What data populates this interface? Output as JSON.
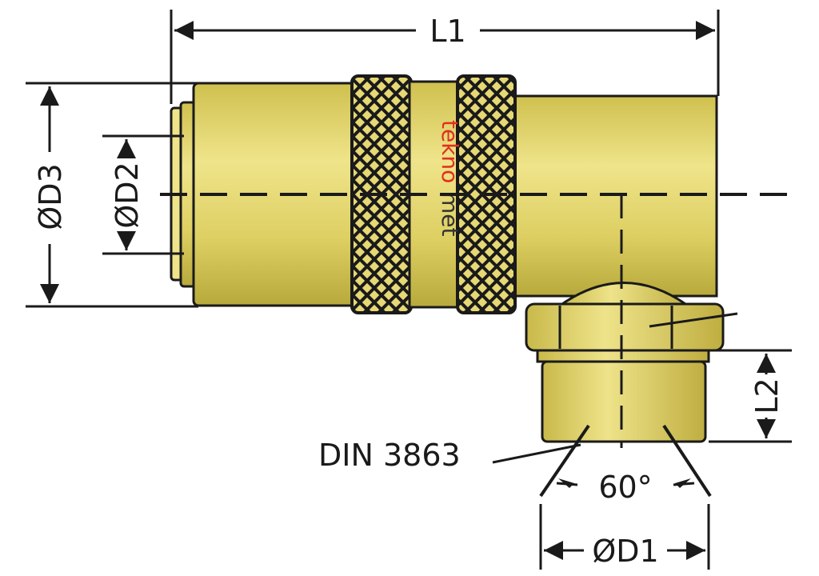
{
  "diagram": {
    "labels": {
      "l1": "L1",
      "d3": "ØD3",
      "d2": "ØD2",
      "l2": "L2",
      "din": "DIN 3863",
      "angle": "60°",
      "d1": "ØD1"
    },
    "brand": {
      "part1": "tekno",
      "part2": "met"
    },
    "colors": {
      "brass": "#e3d56e",
      "brass_dark": "#b8a93c",
      "line": "#1a1a1a",
      "brand_red": "#e0301e",
      "brand_dark": "#333333"
    }
  }
}
